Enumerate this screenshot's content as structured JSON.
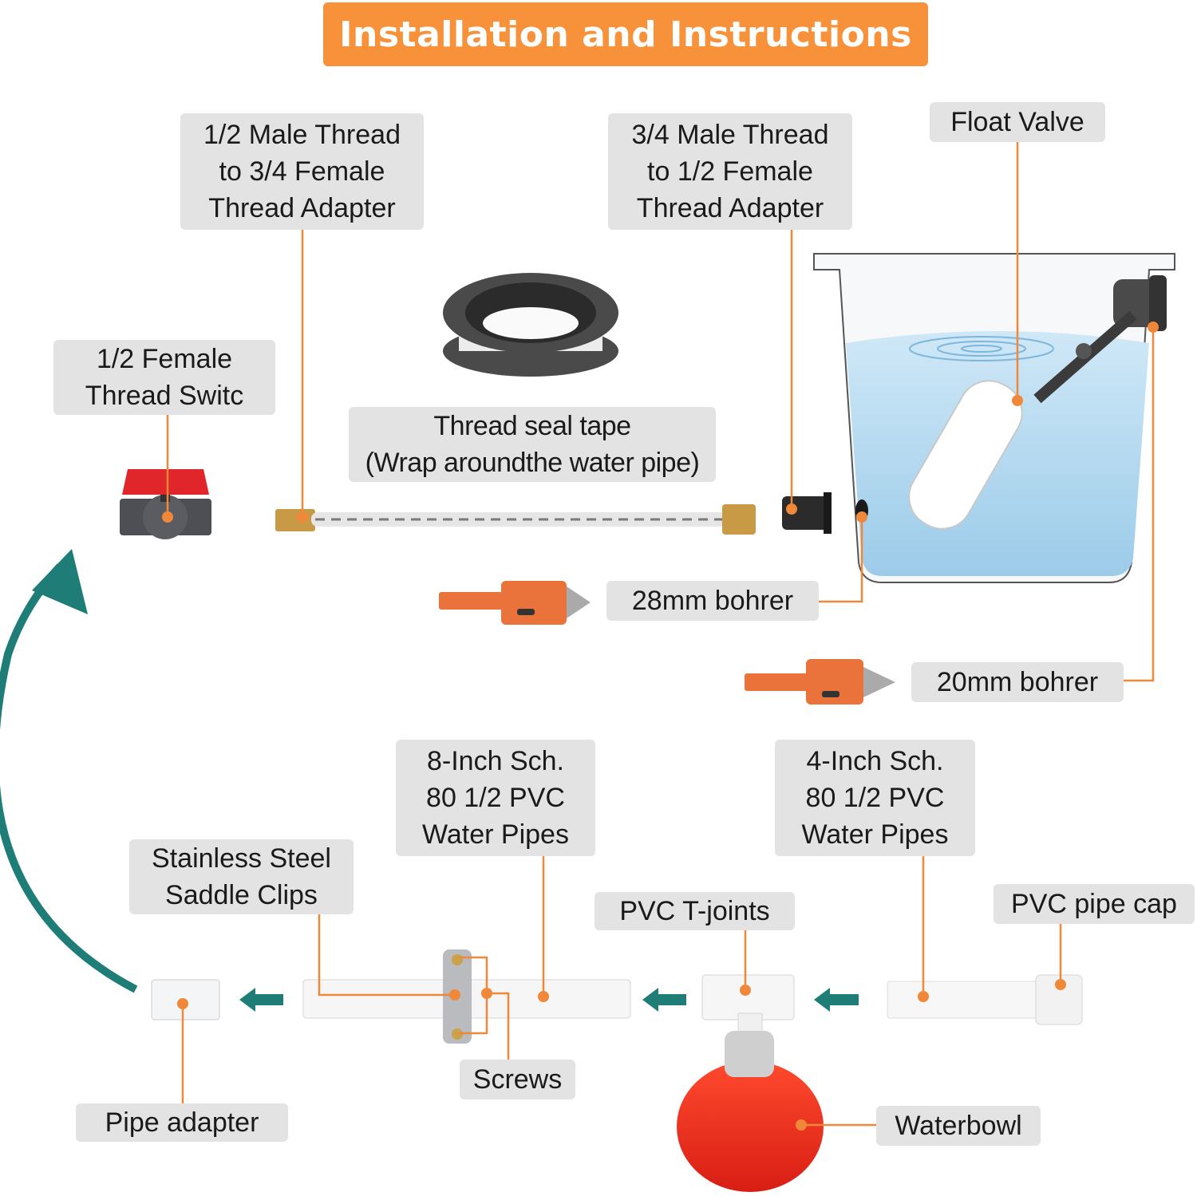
{
  "title": "Installation and Instructions",
  "colors": {
    "banner": "#f7913a",
    "leader": "#f0883a",
    "label_bg": "#e3e3e3",
    "arrow_teal": "#1f7d77",
    "drill": "#e9733a",
    "valve_red": "#e0262a",
    "bowl_red": "#e8281e"
  },
  "labels": {
    "adapter_half_to_three_quarter": "1/2 Male Thread\nto 3/4 Female\nThread Adapter",
    "adapter_three_quarter_to_half": "3/4 Male Thread\nto 1/2 Female\nThread Adapter",
    "float_valve": "Float Valve",
    "female_switch": "1/2 Female\nThread Switc",
    "thread_seal_tape": "Thread seal tape\n(Wrap aroundthe water pipe)",
    "drill_28": "28mm bohrer",
    "drill_20": "20mm bohrer",
    "pipe_8_inch": "8-Inch Sch.\n80 1/2 PVC\nWater Pipes",
    "pipe_4_inch": "4-Inch Sch.\n80 1/2 PVC\nWater Pipes",
    "saddle_clips": "Stainless Steel\nSaddle Clips",
    "t_joints": "PVC T-joints",
    "pipe_cap": "PVC pipe cap",
    "screws": "Screws",
    "pipe_adapter": "Pipe adapter",
    "waterbowl": "Waterbowl"
  },
  "icons": [
    "ball-valve-icon",
    "hose-icon",
    "thread-tape-icon",
    "bucket-icon",
    "float-valve-icon",
    "hole-saw-icon",
    "pvc-pipe-icon",
    "saddle-clip-icon",
    "t-joint-icon",
    "pipe-cap-icon",
    "pipe-adapter-icon",
    "waterbowl-icon",
    "flow-arrow-icon",
    "return-arrow-icon"
  ]
}
